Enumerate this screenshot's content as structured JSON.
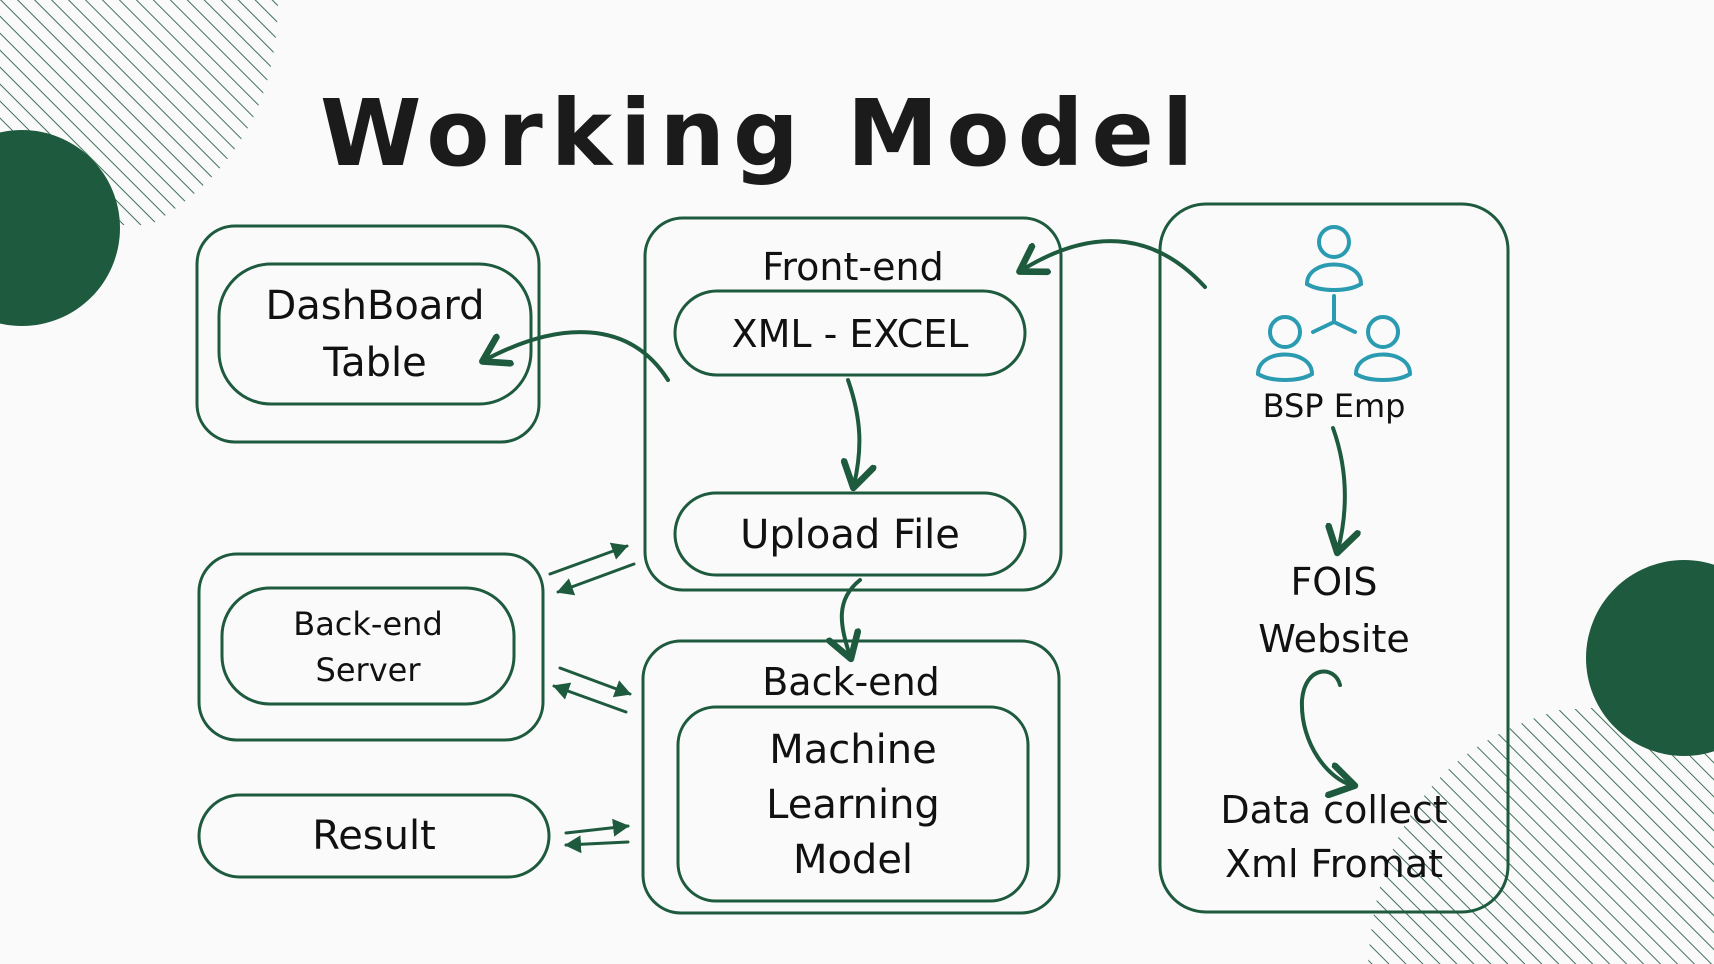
{
  "title": "Working Model",
  "colors": {
    "accent": "#1e5a3e",
    "text": "#111111",
    "icon": "#2a9bb0"
  },
  "icons": {
    "people": "people-network-icon"
  },
  "nodes": {
    "dashboard": {
      "line1": "DashBoard",
      "line2": "Table"
    },
    "frontend": {
      "title": "Front-end",
      "xml_excel": "XML - EXCEL",
      "upload": "Upload File"
    },
    "backend_server": {
      "line1": "Back-end",
      "line2": "Server"
    },
    "backend": {
      "title": "Back-end",
      "ml_line1": "Machine",
      "ml_line2": "Learning",
      "ml_line3": "Model"
    },
    "result": {
      "label": "Result"
    },
    "source": {
      "bsp": "BSP Emp",
      "fois_line1": "FOIS",
      "fois_line2": "Website",
      "data_line1": "Data collect",
      "data_line2": "Xml Fromat"
    }
  }
}
